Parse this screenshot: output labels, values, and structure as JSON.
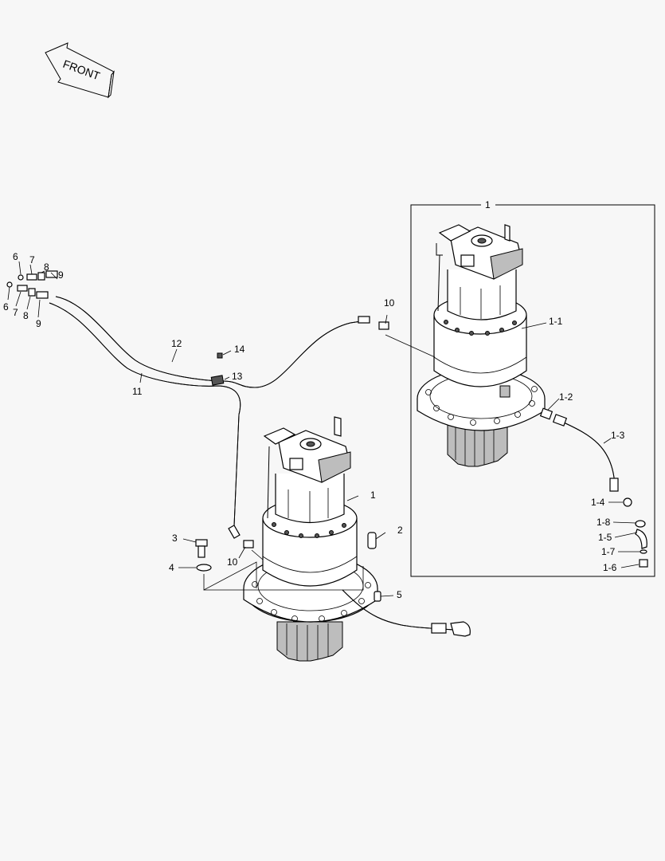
{
  "front_arrow": {
    "label": "FRONT"
  },
  "labels": {
    "box_1": "1",
    "l_1_1": "1-1",
    "l_1_2": "1-2",
    "l_1_3": "1-3",
    "l_1_4": "1-4",
    "l_1_8": "1-8",
    "l_1_5": "1-5",
    "l_1_7": "1-7",
    "l_1_6": "1-6",
    "l_1": "1",
    "l_2": "2",
    "l_3": "3",
    "l_4": "4",
    "l_5": "5",
    "l_6a": "6",
    "l_6b": "6",
    "l_7a": "7",
    "l_7b": "7",
    "l_8a": "8",
    "l_8b": "8",
    "l_9a": "9",
    "l_9b": "9",
    "l_10a": "10",
    "l_10b": "10",
    "l_11": "11",
    "l_12": "12",
    "l_13": "13",
    "l_14": "14"
  }
}
